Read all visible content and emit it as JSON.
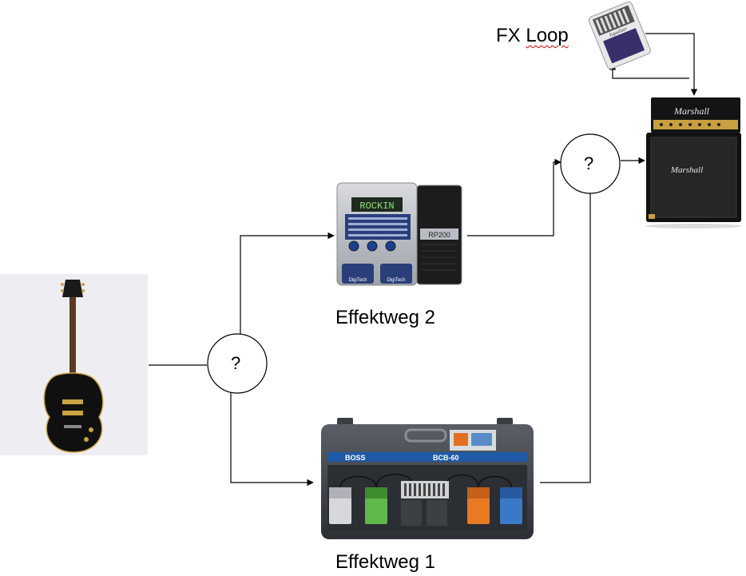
{
  "labels": {
    "fx_loop": "FX Loop",
    "route_2": "Effektweg 2",
    "route_1": "Effektweg 1"
  },
  "switch_nodes": {
    "input_switch": "?",
    "output_switch": "?"
  },
  "device_text": {
    "amp_brand": "Marshall",
    "multi_fx_display": "ROCKIN",
    "multi_fx_model": "RP200",
    "multi_fx_brand": "DigiTech",
    "pedalboard_brand": "BOSS",
    "pedalboard_model": "BCB-60"
  },
  "colors": {
    "line": "#000000",
    "guitar_bg": "#eeeef2",
    "boss_blue": "#1f5aa6",
    "amp_gold": "#c8a040"
  }
}
